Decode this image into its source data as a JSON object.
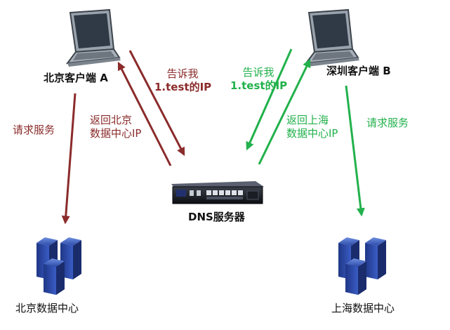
{
  "nodes": {
    "client_a": "北京客户端 A",
    "client_b": "深圳客户端 B",
    "dns_server": "DNS服务器",
    "dc_beijing": "北京数据中心",
    "dc_shanghai": "上海数据中心"
  },
  "edges": {
    "a_request": "请求服务",
    "a_ask_line1": "告诉我",
    "a_ask_line2": "1.test的IP",
    "a_reply_line1": "返回北京",
    "a_reply_line2": "数据中心IP",
    "b_request": "请求服务",
    "b_ask_line1": "告诉我",
    "b_ask_line2": "1.test的IP",
    "b_reply_line1": "返回上海",
    "b_reply_line2": "数据中心IP"
  },
  "colors": {
    "path_a": "#8b2b2b",
    "path_b": "#22b14c",
    "server_blue": "#2c4aa8"
  }
}
